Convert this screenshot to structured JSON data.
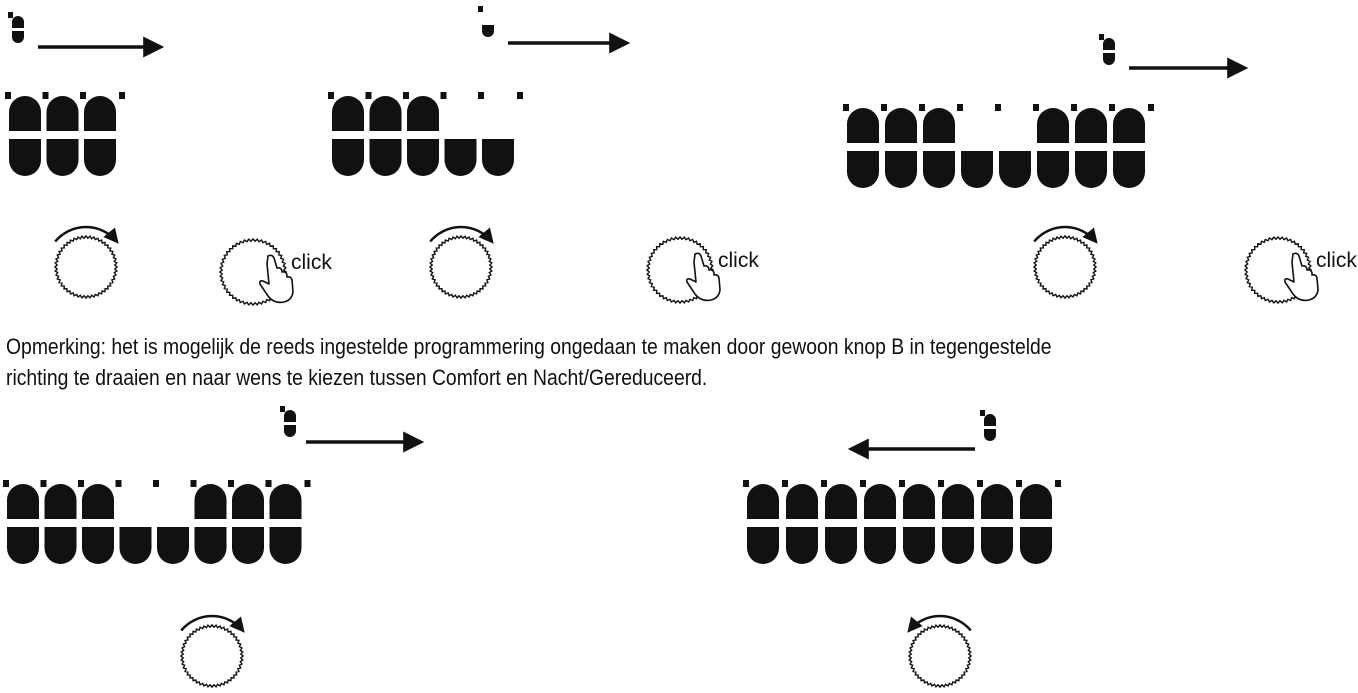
{
  "note": {
    "line1": "Opmerking: het is mogelijk de reeds ingestelde programmering ongedaan te maken door gewoon knop B in tegengestelde",
    "line2": "richting te draaien en naar wens te kiezen tussen Comfort en Nacht/Gereduceerd."
  },
  "click_label": "click",
  "colors": {
    "ink": "#111111",
    "background": "#ffffff"
  },
  "panels": [
    {
      "id": "p1",
      "segments": [
        "C",
        "C",
        "C"
      ],
      "cursor": "comfort",
      "arrow": "right"
    },
    {
      "id": "p2",
      "segments": [
        "C",
        "C",
        "C",
        "R",
        "R"
      ],
      "cursor": "reduced",
      "arrow": "right"
    },
    {
      "id": "p3",
      "segments": [
        "C",
        "C",
        "C",
        "R",
        "R",
        "C",
        "C",
        "C"
      ],
      "cursor": "comfort",
      "arrow": "right"
    },
    {
      "id": "p4",
      "segments": [
        "C",
        "C",
        "C",
        "R",
        "R",
        "C",
        "C",
        "C"
      ],
      "cursor": "comfort",
      "arrow": "right"
    },
    {
      "id": "p5",
      "segments": [
        "C",
        "C",
        "C",
        "C",
        "C",
        "C",
        "C",
        "C"
      ],
      "cursor": "comfort",
      "arrow": "left"
    }
  ],
  "knobs": [
    {
      "id": "k1",
      "action": "rotate",
      "direction": "clockwise"
    },
    {
      "id": "k2",
      "action": "click"
    },
    {
      "id": "k3",
      "action": "rotate",
      "direction": "clockwise"
    },
    {
      "id": "k4",
      "action": "click"
    },
    {
      "id": "k5",
      "action": "rotate",
      "direction": "clockwise"
    },
    {
      "id": "k6",
      "action": "click"
    },
    {
      "id": "k7",
      "action": "rotate",
      "direction": "clockwise"
    },
    {
      "id": "k8",
      "action": "rotate",
      "direction": "counter-clockwise"
    }
  ]
}
